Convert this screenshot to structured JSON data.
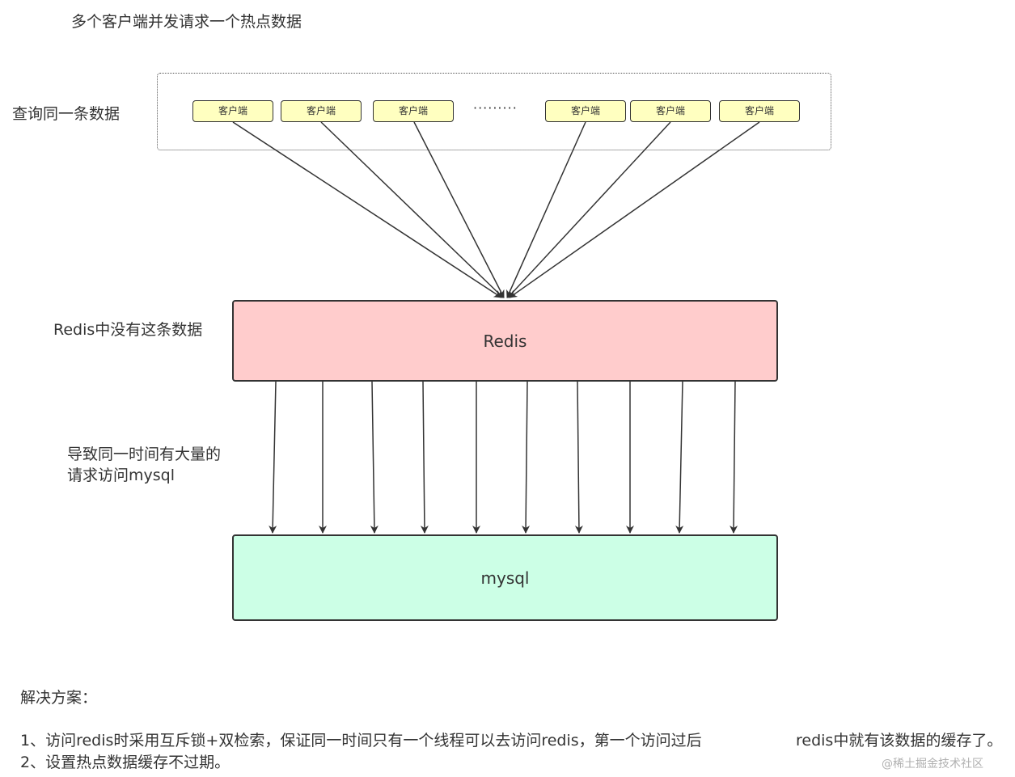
{
  "title": "多个客户端并发请求一个热点数据",
  "labels": {
    "query": "查询同一条数据",
    "no_data": "Redis中没有这条数据",
    "cause_line1": "导致同一时间有大量的",
    "cause_line2": "请求访问mysql"
  },
  "clients": [
    "客户端",
    "客户端",
    "客户端",
    "客户端",
    "客户端",
    "客户端"
  ],
  "ellipsis": "·········",
  "nodes": {
    "redis": "Redis",
    "mysql": "mysql"
  },
  "solution": {
    "heading": "解决方案：",
    "item1_part1": "1、访问redis时采用互斥锁+双检索，保证同一时间只有一个线程可以去访问redis，第一个访问过后",
    "item1_part2": "redis中就有该数据的缓存了。",
    "item2": "2、设置热点数据缓存不过期。"
  },
  "watermark": "@稀土掘金技术社区",
  "colors": {
    "client_fill": "#ffffc0",
    "redis_fill": "#ffcccc",
    "mysql_fill": "#ccffe6",
    "stroke": "#333333"
  }
}
